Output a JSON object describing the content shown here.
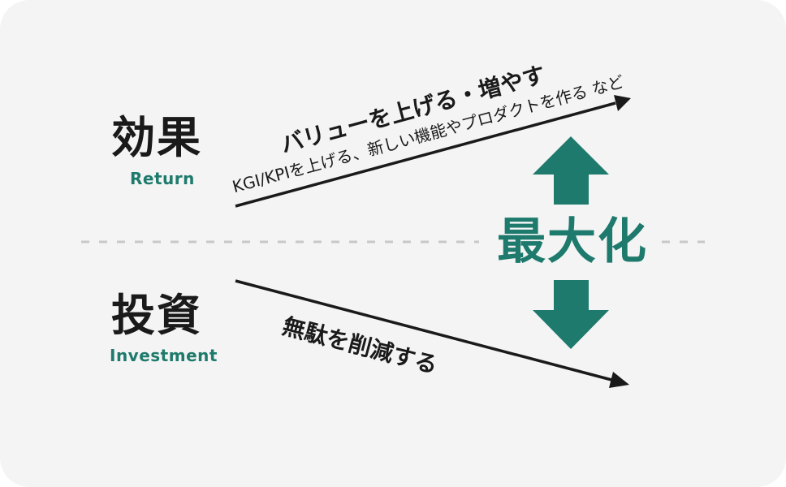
{
  "colors": {
    "accent": "#1e7a6c",
    "text": "#1a1a1a",
    "background": "#f4f4f4",
    "divider": "#c8c8c8"
  },
  "top": {
    "label": "効果",
    "sublabel": "Return",
    "headline": "バリューを上げる・増やす",
    "detail": "KGI/KPIを上げる、新しい機能やプロダクトを作る など"
  },
  "bottom": {
    "label": "投資",
    "sublabel": "Investment",
    "headline": "無駄を削減する"
  },
  "center": {
    "label": "最大化",
    "up_icon": "arrow-up-icon",
    "down_icon": "arrow-down-icon"
  }
}
